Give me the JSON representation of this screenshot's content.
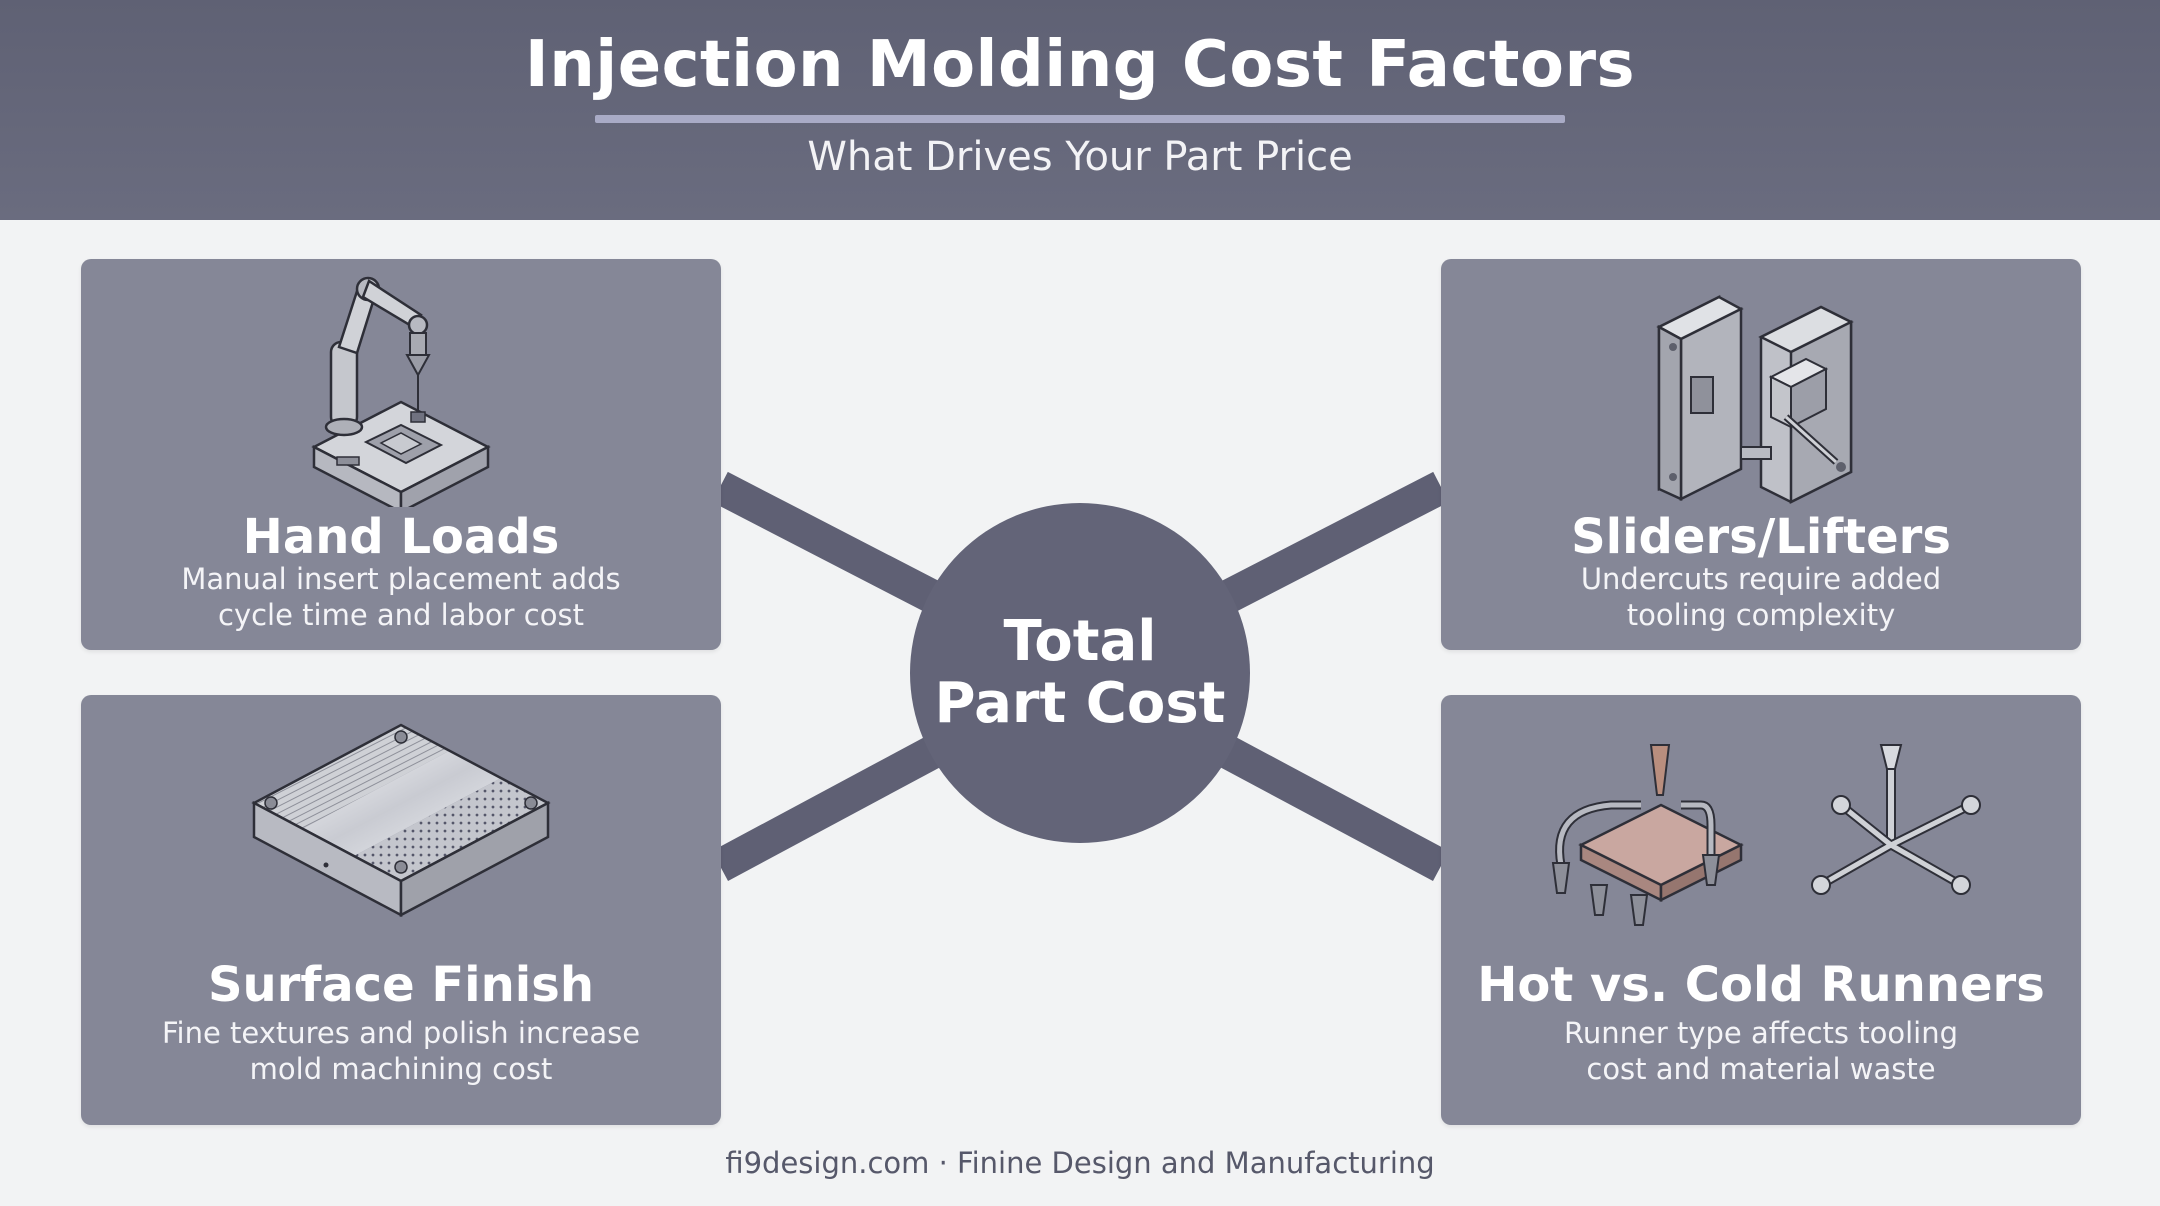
{
  "header": {
    "title": "Injection Molding Cost Factors",
    "subtitle": "What Drives Your Part Price"
  },
  "hub": {
    "line1": "Total",
    "line2": "Part Cost"
  },
  "cards": [
    {
      "id": "hand-loads",
      "title": "Hand Loads",
      "desc_line1": "Manual insert placement adds",
      "desc_line2": "cycle time and labor cost",
      "icon": "robot-arm-mold-icon"
    },
    {
      "id": "sliders-lifters",
      "title": "Sliders/Lifters",
      "desc_line1": "Undercuts require added",
      "desc_line2": "tooling complexity",
      "icon": "mold-slider-icon"
    },
    {
      "id": "surface-finish",
      "title": "Surface Finish",
      "desc_line1": "Fine textures and polish increase",
      "desc_line2": "mold machining cost",
      "icon": "textured-mold-plate-icon"
    },
    {
      "id": "hot-cold-runners",
      "title": "Hot vs. Cold Runners",
      "desc_line1": "Runner type affects tooling",
      "desc_line2": "cost and material waste",
      "icon": "runner-systems-icon"
    }
  ],
  "footer": {
    "text": "fi9design.com · Finine Design and Manufacturing"
  },
  "colors": {
    "header_bg": "#65677a",
    "card_bg": "#858797",
    "hub_bg": "#636478",
    "connector": "#5f6074",
    "page_bg": "#f2f3f4"
  }
}
